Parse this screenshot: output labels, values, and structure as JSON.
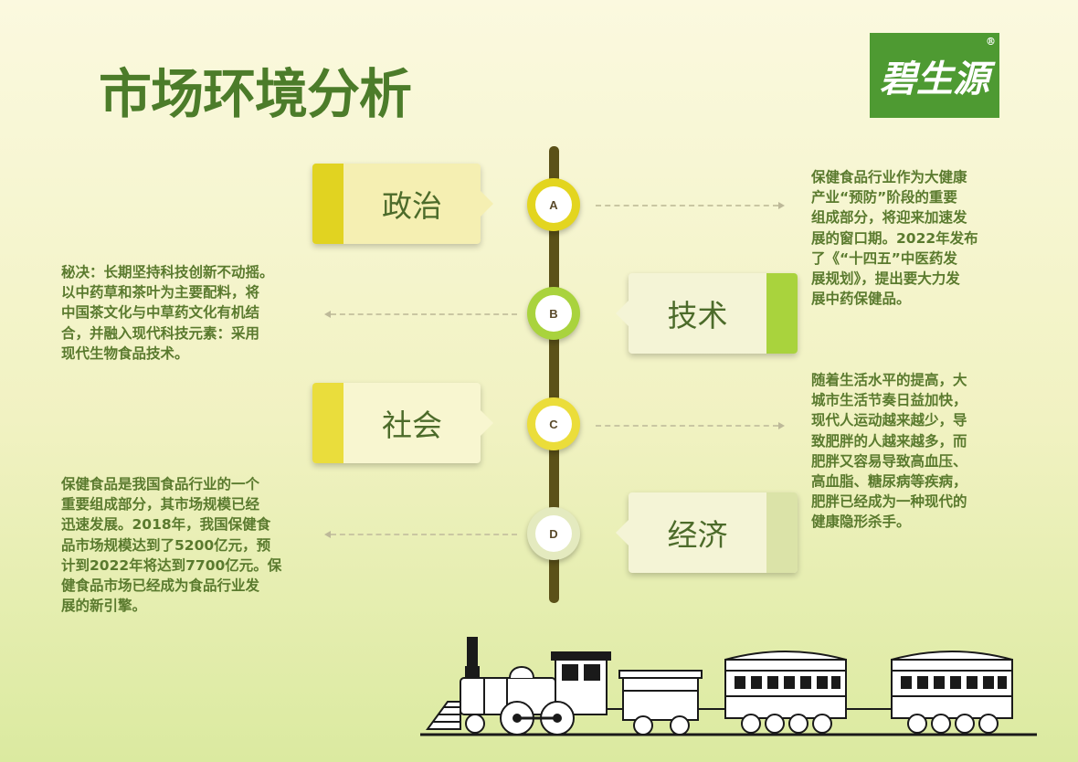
{
  "title": "市场环境分析",
  "logo": {
    "text": "碧生源",
    "reg": "®"
  },
  "colors": {
    "title": "#4c7c2a",
    "logo_bg": "#4e9a32",
    "axis": "#5b5118",
    "text": "#5a7a2e"
  },
  "items": [
    {
      "label": "政治",
      "node": "A",
      "color": "#e1d321",
      "text": "保健食品行业作为大健康\n产业“预防”阶段的重要\n组成部分，将迎来加速发\n展的窗口期。2022年发布\n了《“十四五”中医药发\n展规划》，提出要大力发\n展中药保健品。"
    },
    {
      "label": "技术",
      "node": "B",
      "color": "#a9d33d",
      "text": "秘决：长期坚持科技创新不动摇。\n以中药草和茶叶为主要配料，将\n中国茶文化与中草药文化有机结\n合，并融入现代科技元素：采用\n现代生物食品技术。"
    },
    {
      "label": "社会",
      "node": "C",
      "color": "#eadd3c",
      "text": "随着生活水平的提高，大\n城市生活节奏日益加快，\n现代人运动越来越少，导\n致肥胖的人越来越多，而\n肥胖又容易导致高血压、\n高血脂、糖尿病等疾病，\n肥胖已经成为一种现代的\n健康隐形杀手。"
    },
    {
      "label": "经济",
      "node": "D",
      "color": "#dbe3a8",
      "text": "保健食品是我国食品行业的一个\n重要组成部分，其市场规模已经\n迅速发展。2018年，我国保健食\n品市场规模达到了5200亿元，预\n计到2022年将达到7700亿元。保\n健食品市场已经成为食品行业发\n展的新引擎。"
    }
  ]
}
